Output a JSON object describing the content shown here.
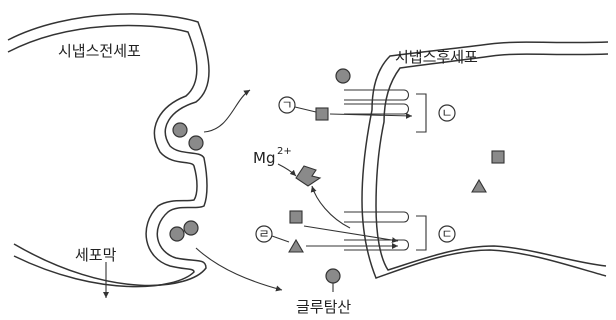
{
  "labels": {
    "presynaptic": "시냅스전세포",
    "postsynaptic": "시냅스후세포",
    "membrane": "세포막",
    "glutamate": "글루탐산",
    "mg": "Mg",
    "mg_charge": "2+"
  },
  "markers": {
    "a": "ㄱ",
    "b": "ㄴ",
    "c": "ㄷ",
    "d": "ㄹ"
  },
  "colors": {
    "outline": "#333333",
    "fill": "#8a8a8a"
  }
}
